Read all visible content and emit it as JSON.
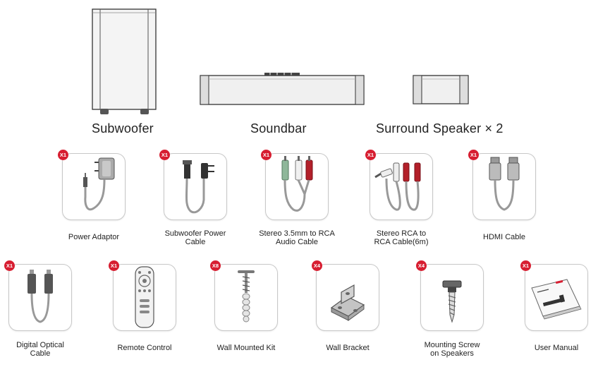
{
  "main_products": [
    {
      "label": "Subwoofer",
      "icon": "subwoofer-icon"
    },
    {
      "label": "Soundbar",
      "icon": "soundbar-icon"
    },
    {
      "label": "Surround Speaker × 2",
      "icon": "surround-speaker-icon"
    }
  ],
  "accessories_row1": [
    {
      "qty": "X1",
      "label1": "Power Adaptor",
      "label2": "",
      "icon": "power-adaptor-icon"
    },
    {
      "qty": "X1",
      "label1": "Subwoofer Power",
      "label2": "Cable",
      "icon": "power-cable-icon"
    },
    {
      "qty": "X1",
      "label1": "Stereo 3.5mm to RCA",
      "label2": "Audio Cable",
      "icon": "aux-rca-cable-icon"
    },
    {
      "qty": "X1",
      "label1": "Stereo RCA to",
      "label2": "RCA Cable(6m)",
      "icon": "rca-rca-cable-icon"
    },
    {
      "qty": "X1",
      "label1": "HDMI Cable",
      "label2": "",
      "icon": "hdmi-cable-icon"
    }
  ],
  "accessories_row2": [
    {
      "qty": "X1",
      "label1": "Digital Optical",
      "label2": "Cable",
      "icon": "optical-cable-icon"
    },
    {
      "qty": "X1",
      "label1": "Remote Control",
      "label2": "",
      "icon": "remote-control-icon"
    },
    {
      "qty": "X8",
      "label1": "Wall Mounted Kit",
      "label2": "",
      "icon": "wall-anchor-screw-icon"
    },
    {
      "qty": "X4",
      "label1": "Wall Bracket",
      "label2": "",
      "icon": "wall-bracket-icon"
    },
    {
      "qty": "X4",
      "label1": "Mounting Screw",
      "label2": "on Speakers",
      "icon": "mounting-screw-icon"
    },
    {
      "qty": "X1",
      "label1": "User Manual",
      "label2": "",
      "icon": "user-manual-icon"
    }
  ],
  "colors": {
    "badge": "#d71e31",
    "rca_red": "#b3202a",
    "rca_green": "#8fb79a",
    "cable_gray": "#9a9a9a"
  }
}
